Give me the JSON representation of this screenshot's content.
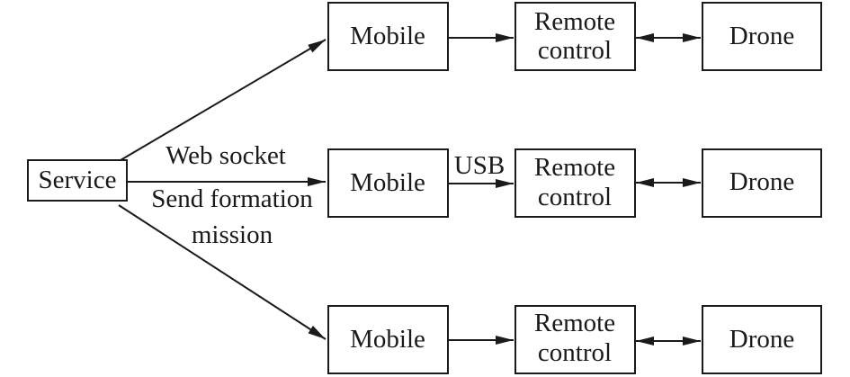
{
  "nodes": {
    "service": "Service",
    "mobile": "Mobile",
    "remote_line1": "Remote",
    "remote_line2": "control",
    "drone": "Drone"
  },
  "edge_labels": {
    "web_socket": "Web socket",
    "send_formation": "Send formation",
    "mission": "mission",
    "usb": "USB"
  }
}
